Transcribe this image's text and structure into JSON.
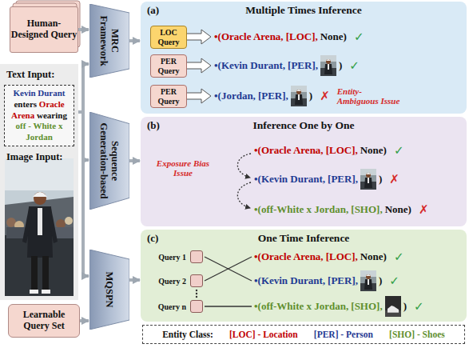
{
  "diagram": {
    "nodes": [
      {
        "text": [
          "Human-Designed Query"
        ]
      },
      {
        "text": [
          "Text Input:",
          "Image Input:"
        ]
      },
      {
        "text": [
          "Kevin Durant enters Oracle Arena wearing off - White x Jordan"
        ],
        "in": 1
      },
      {
        "text": [
          "Learnable Query Set"
        ]
      },
      {
        "text": [
          "MRC Framework"
        ]
      },
      {
        "text": [
          "Sequence Generation-based"
        ]
      },
      {
        "text": [
          "MQSPN"
        ]
      },
      {
        "text": [
          "(a)",
          "Multiple Times Inference"
        ]
      },
      {
        "text": [
          "LOC Query"
        ],
        "in": 7
      },
      {
        "text": [
          "PER Query"
        ],
        "in": 7
      },
      {
        "text": [
          "PER Query"
        ],
        "in": 7
      },
      {
        "text": [
          "(b)",
          "Inference One by One"
        ]
      },
      {
        "text": [
          "(c)",
          "One Time Inference"
        ]
      },
      {
        "text": [
          "Query 1"
        ],
        "in": 12
      },
      {
        "text": [
          "Query 2"
        ],
        "in": 12
      },
      {
        "text": [
          "Query n"
        ],
        "in": 12
      },
      {
        "text": [
          "Entity Class:",
          "[LOC] - Location",
          "[PER] - Person",
          "[SHO] - Shoes"
        ]
      }
    ],
    "edges": [
      {
        "from": 0,
        "to": 4,
        "arrow": "to"
      },
      {
        "from": 1,
        "to": 4,
        "arrow": "to"
      },
      {
        "from": 1,
        "to": 5,
        "arrow": "to"
      },
      {
        "from": 1,
        "to": 6,
        "arrow": "to"
      },
      {
        "from": 3,
        "to": 6,
        "arrow": "to"
      },
      {
        "from": 4,
        "to": 7,
        "arrow": "to"
      },
      {
        "from": 5,
        "to": 11,
        "arrow": "to"
      },
      {
        "from": 6,
        "to": 12,
        "arrow": "to"
      }
    ],
    "labels": [
      "•(Oracle Arena,",
      "[LOC],",
      "None)",
      "✓",
      "•(Kevin Durant,",
      "[PER],",
      ")",
      "✓",
      "•(Jordan,",
      "[PER],",
      ")",
      "✗",
      "Entity-Ambiguous Issue",
      "Exposure Bias Issue",
      "•(Oracle Arena,",
      "[LOC],",
      "None)",
      "✓",
      "•(Kevin Durant,",
      "[PER],",
      ")",
      "✗",
      "•(off-White x Jordan,",
      "[SHO],",
      "None)",
      "✗",
      "•(Oracle Arena,",
      "[LOC],",
      "None)",
      "✓",
      "•(Kevin Durant,",
      "[PER],",
      ")",
      "✓",
      "•(off-White x Jordan,",
      "[SHO],",
      ")",
      "✓"
    ]
  }
}
